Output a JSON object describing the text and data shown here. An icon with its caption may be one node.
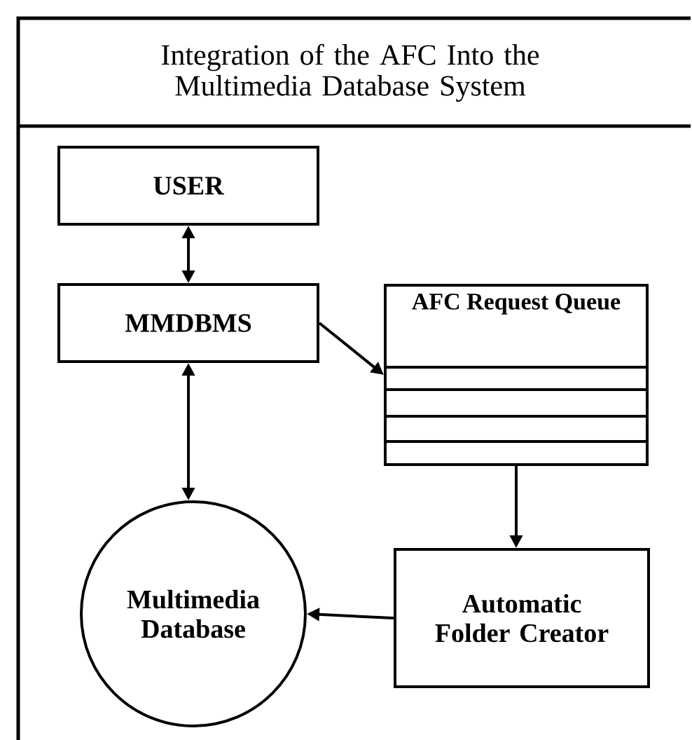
{
  "diagram": {
    "title": "Integration of the AFC Into the Multimedia Database System",
    "nodes": [
      {
        "text": [
          "USER"
        ]
      },
      {
        "text": [
          "MMDBMS"
        ]
      },
      {
        "text": [
          "AFC Request Queue"
        ]
      },
      {
        "text": [
          "Multimedia Database"
        ]
      },
      {
        "text": [
          "Automatic Folder Creator"
        ]
      }
    ],
    "edges": [
      {
        "from": 0,
        "to": 1,
        "arrow": "both"
      },
      {
        "from": 1,
        "to": 2,
        "arrow": "to"
      },
      {
        "from": 1,
        "to": 3,
        "arrow": "both"
      },
      {
        "from": 2,
        "to": 4,
        "arrow": "to"
      },
      {
        "from": 4,
        "to": 3,
        "arrow": "to"
      }
    ]
  }
}
